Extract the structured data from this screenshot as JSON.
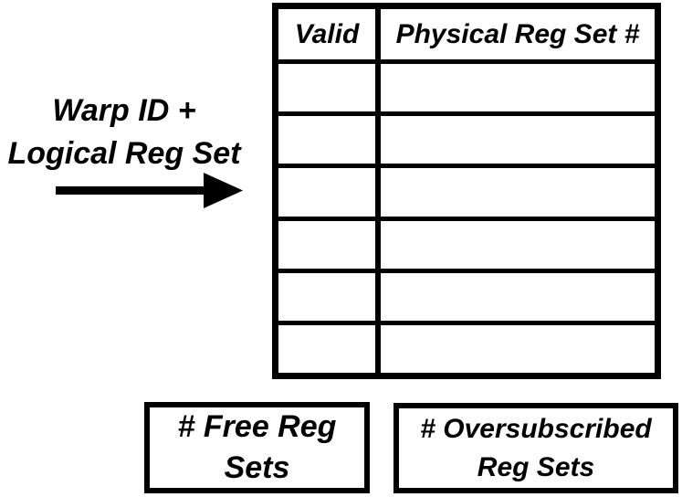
{
  "colors": {
    "ink": "#000000",
    "background": "#ffffff"
  },
  "input_label": {
    "line1": "Warp ID +",
    "line2": "Logical Reg Set"
  },
  "icons": {
    "arrow": "right-arrow"
  },
  "table": {
    "headers": {
      "valid": "Valid",
      "physical": "Physical Reg Set #"
    },
    "rows": [
      {
        "valid": "",
        "physical": ""
      },
      {
        "valid": "",
        "physical": ""
      },
      {
        "valid": "",
        "physical": ""
      },
      {
        "valid": "",
        "physical": ""
      },
      {
        "valid": "",
        "physical": ""
      },
      {
        "valid": "",
        "physical": ""
      }
    ]
  },
  "counters": {
    "free": {
      "line1": "# Free Reg",
      "line2": "Sets"
    },
    "oversubscribed": {
      "line1": "# Oversubscribed",
      "line2": "Reg Sets"
    }
  }
}
